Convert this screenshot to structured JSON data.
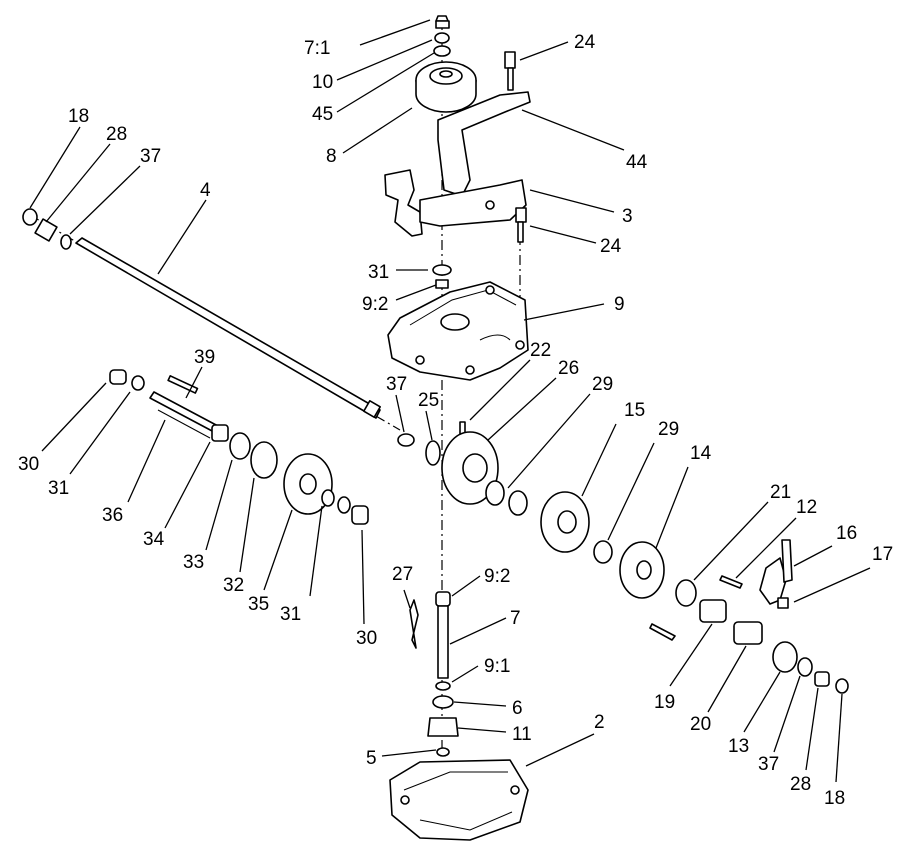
{
  "diagram": {
    "callouts": [
      {
        "id": "c1",
        "text": "7:1"
      },
      {
        "id": "c2",
        "text": "10"
      },
      {
        "id": "c3",
        "text": "45"
      },
      {
        "id": "c4",
        "text": "8"
      },
      {
        "id": "c5",
        "text": "24"
      },
      {
        "id": "c6",
        "text": "44"
      },
      {
        "id": "c7",
        "text": "3"
      },
      {
        "id": "c8",
        "text": "24"
      },
      {
        "id": "c9",
        "text": "31"
      },
      {
        "id": "c10",
        "text": "9:2"
      },
      {
        "id": "c11",
        "text": "9"
      },
      {
        "id": "c12",
        "text": "18"
      },
      {
        "id": "c13",
        "text": "28"
      },
      {
        "id": "c14",
        "text": "37"
      },
      {
        "id": "c15",
        "text": "4"
      },
      {
        "id": "c16",
        "text": "39"
      },
      {
        "id": "c17",
        "text": "30"
      },
      {
        "id": "c18",
        "text": "31"
      },
      {
        "id": "c19",
        "text": "36"
      },
      {
        "id": "c20",
        "text": "34"
      },
      {
        "id": "c21",
        "text": "33"
      },
      {
        "id": "c22",
        "text": "32"
      },
      {
        "id": "c23",
        "text": "35"
      },
      {
        "id": "c24",
        "text": "31"
      },
      {
        "id": "c25",
        "text": "30"
      },
      {
        "id": "c26",
        "text": "37"
      },
      {
        "id": "c27",
        "text": "25"
      },
      {
        "id": "c28",
        "text": "22"
      },
      {
        "id": "c29",
        "text": "26"
      },
      {
        "id": "c30",
        "text": "29"
      },
      {
        "id": "c31",
        "text": "15"
      },
      {
        "id": "c32",
        "text": "29"
      },
      {
        "id": "c33",
        "text": "14"
      },
      {
        "id": "c34",
        "text": "21"
      },
      {
        "id": "c35",
        "text": "12"
      },
      {
        "id": "c36",
        "text": "16"
      },
      {
        "id": "c37",
        "text": "17"
      },
      {
        "id": "c38",
        "text": "27"
      },
      {
        "id": "c39",
        "text": "9:2"
      },
      {
        "id": "c40",
        "text": "7"
      },
      {
        "id": "c41",
        "text": "9:1"
      },
      {
        "id": "c42",
        "text": "6"
      },
      {
        "id": "c43",
        "text": "11"
      },
      {
        "id": "c44",
        "text": "5"
      },
      {
        "id": "c45",
        "text": "2"
      },
      {
        "id": "c46",
        "text": "19"
      },
      {
        "id": "c47",
        "text": "20"
      },
      {
        "id": "c48",
        "text": "13"
      },
      {
        "id": "c49",
        "text": "37"
      },
      {
        "id": "c50",
        "text": "28"
      },
      {
        "id": "c51",
        "text": "18"
      }
    ]
  }
}
